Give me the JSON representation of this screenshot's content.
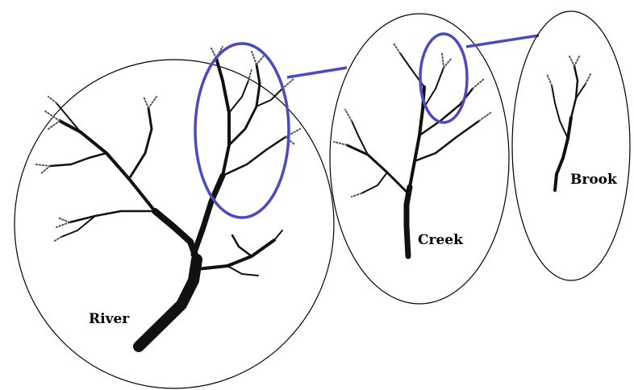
{
  "labels": {
    "river": "River",
    "creek": "Creek",
    "brook": "Brook"
  },
  "colors": {
    "highlight": "#4b4bbf",
    "outline": "#000000",
    "branch": "#111111"
  }
}
